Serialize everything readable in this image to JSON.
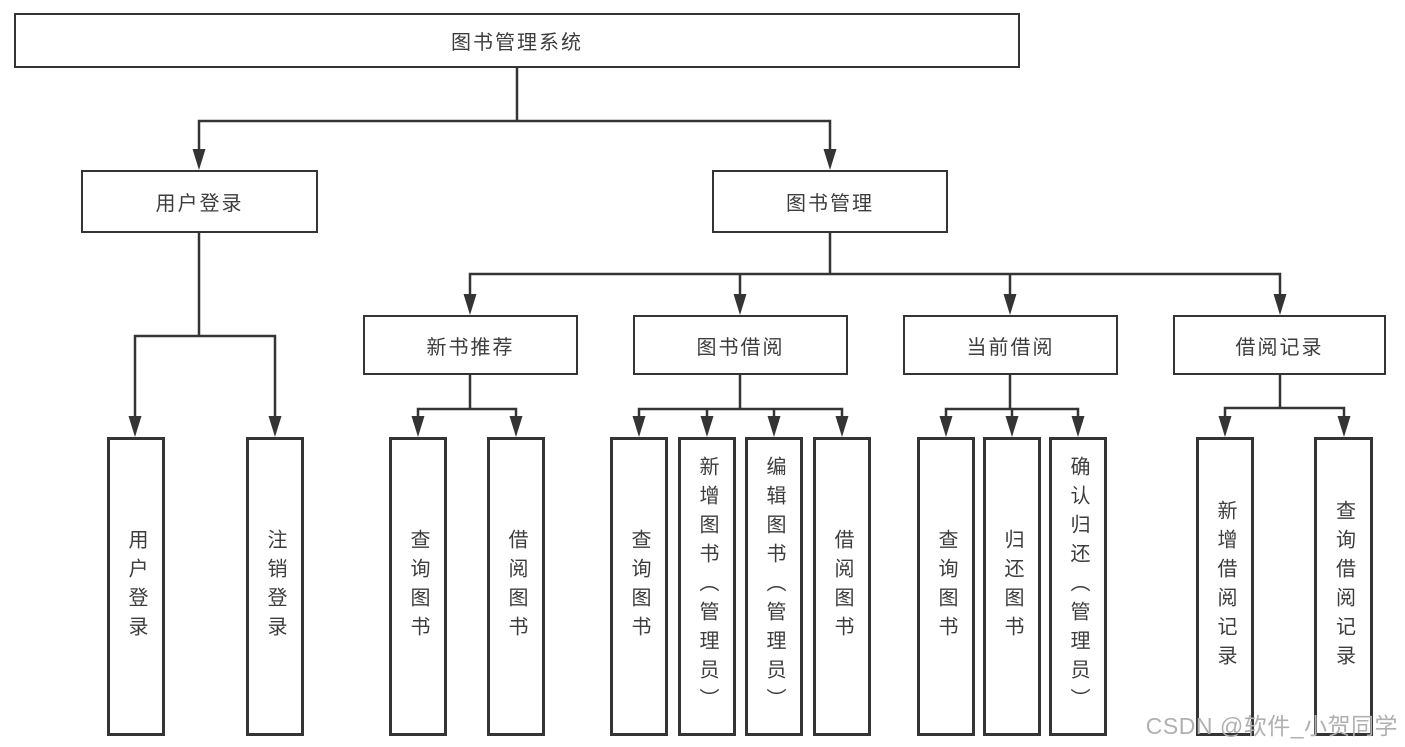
{
  "diagram": {
    "title": "图书管理系统",
    "tree": {
      "root": {
        "label": "图书管理系统",
        "children": [
          {
            "label": "用户登录",
            "children": [
              {
                "label": "用户登录"
              },
              {
                "label": "注销登录"
              }
            ]
          },
          {
            "label": "图书管理",
            "children": [
              {
                "label": "新书推荐",
                "children": [
                  {
                    "label": "查询图书"
                  },
                  {
                    "label": "借阅图书"
                  }
                ]
              },
              {
                "label": "图书借阅",
                "children": [
                  {
                    "label": "查询图书"
                  },
                  {
                    "label": "新增图书（管理员）"
                  },
                  {
                    "label": "编辑图书（管理员）"
                  },
                  {
                    "label": "借阅图书"
                  }
                ]
              },
              {
                "label": "当前借阅",
                "children": [
                  {
                    "label": "查询图书"
                  },
                  {
                    "label": "归还图书"
                  },
                  {
                    "label": "确认归还（管理员）"
                  }
                ]
              },
              {
                "label": "借阅记录",
                "children": [
                  {
                    "label": "新增借阅记录"
                  },
                  {
                    "label": "查询借阅记录"
                  }
                ]
              }
            ]
          }
        ]
      }
    },
    "watermark": "CSDN @软件_小贺同学",
    "colors": {
      "line": "#343434",
      "box_border": "#343434",
      "box_background": "#ffffff",
      "text": "#3d3d3d",
      "watermark": "#b0b0b0"
    }
  }
}
